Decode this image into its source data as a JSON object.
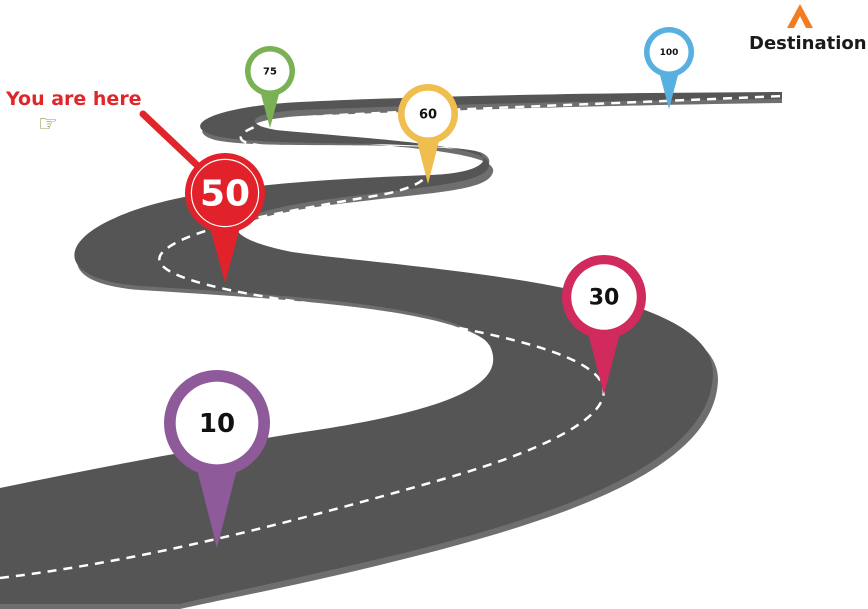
{
  "labels": {
    "you_are_here": "You are here",
    "hand_glyph": "☞",
    "destination": "Destination"
  },
  "logo": {
    "icon": "logo-icon",
    "color": "#f47c20"
  },
  "road": {
    "color": "#555555",
    "shade": "#6e6e6e",
    "dash": "#ffffff"
  },
  "milestones": [
    {
      "value": "10",
      "color": "#8e5a9a",
      "current": false
    },
    {
      "value": "30",
      "color": "#d12a5c",
      "current": false
    },
    {
      "value": "50",
      "color": "#e1222a",
      "current": true
    },
    {
      "value": "60",
      "color": "#f0be4e",
      "current": false
    },
    {
      "value": "75",
      "color": "#7bb155",
      "current": false
    },
    {
      "value": "100",
      "color": "#58b0e0",
      "current": false
    }
  ],
  "pointer": {
    "color": "#e0262b"
  }
}
